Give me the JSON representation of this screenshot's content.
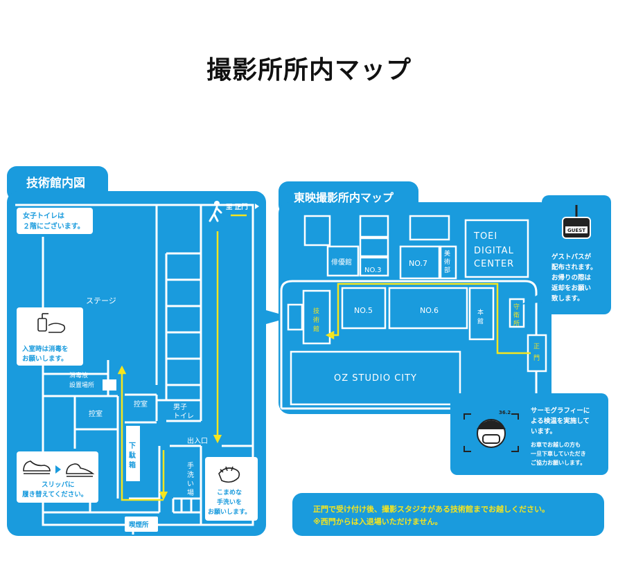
{
  "title": "撮影所所内マップ",
  "colors": {
    "blue": "#1a9bdd",
    "yellow": "#f5e51e",
    "white": "#ffffff",
    "dark": "#222222"
  },
  "left_map": {
    "tab": "技術館内図",
    "women_toilet": [
      "女子トイレは",
      "２階にございます。"
    ],
    "stage": "ステージ",
    "sanitize_note": [
      "入室時は消毒を",
      "お願いします。"
    ],
    "sanitizer_place": [
      "消毒液",
      "設置場所"
    ],
    "control_room": "控室",
    "control_room_2": "控室",
    "mens_toilet": [
      "男子",
      "トイレ"
    ],
    "shoe_box": [
      "下",
      "駄",
      "箱"
    ],
    "entrance": "出入口",
    "to_main_gate": "至 正門",
    "hand_wash": [
      "手",
      "洗",
      "い",
      "場"
    ],
    "hand_wash_note": [
      "こまめな",
      "手洗いを",
      "お願いします。"
    ],
    "slipper_note": [
      "スリッパに",
      "履き替えてください。"
    ],
    "smoking": "喫煙所"
  },
  "right_map": {
    "tab": "東映撮影所内マップ",
    "haiyukan": "俳優館",
    "no3": "NO.3",
    "no7": "NO.7",
    "bijutsu": [
      "美",
      "術",
      "部"
    ],
    "toei_digital": [
      "TOEI",
      "DIGITAL",
      "CENTER"
    ],
    "gijutsukan": [
      "技",
      "術",
      "館"
    ],
    "no5": "NO.5",
    "no6": "NO.6",
    "honkan": [
      "本",
      "館"
    ],
    "guard": [
      "守",
      "衛",
      "所"
    ],
    "main_gate": [
      "正",
      "門"
    ],
    "oz": "OZ STUDIO CITY"
  },
  "guest_bubble": {
    "badge": "GUEST",
    "text": [
      "ゲストパスが",
      "配布されます。",
      "お帰りの際は",
      "返却をお願い",
      "致します。"
    ]
  },
  "thermo_bubble": {
    "temp": "36.2",
    "text": [
      "サーモグラフィーに",
      "よる検温を実施して",
      "います。"
    ],
    "sub": [
      "お車でお越しの方も",
      "一旦下車していただき",
      "ご協力お願いします。"
    ]
  },
  "notice": [
    "正門で受け付け後、撮影スタジオがある技術館までお越しください。",
    "※西門からは入退場いただけません。"
  ]
}
